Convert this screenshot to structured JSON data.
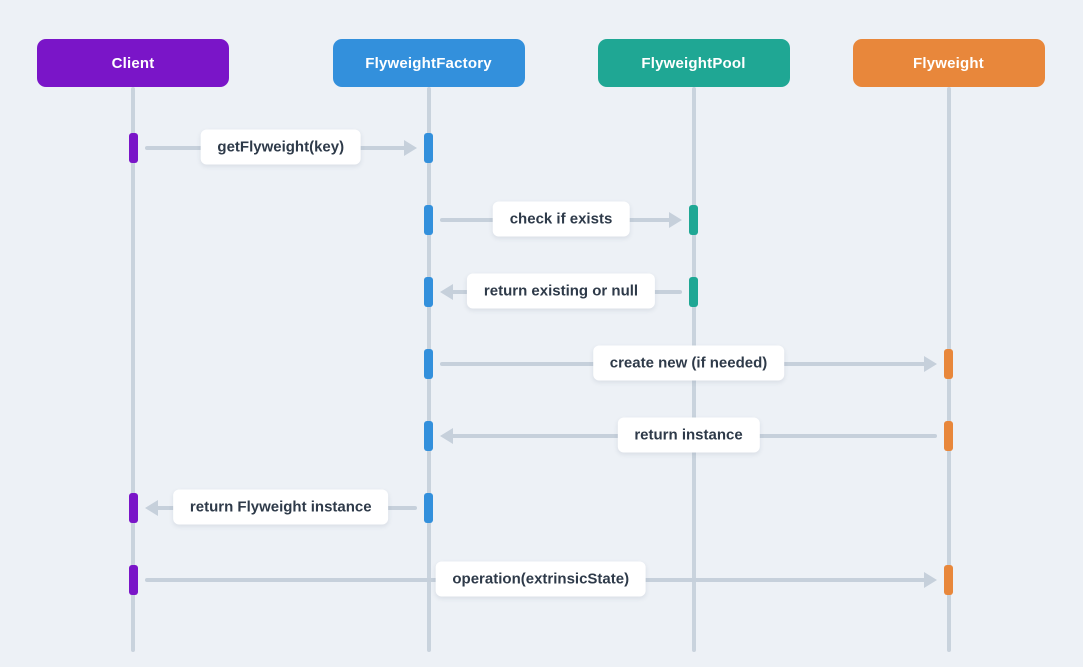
{
  "diagram_type": "sequence-diagram",
  "colors": {
    "background": "#EDF1F6",
    "connector": "#C6D0DB",
    "lifeline": "#C9D3DD",
    "label_text": "#2E3A49",
    "label_background": "#FFFFFF"
  },
  "actors": [
    {
      "name": "Client",
      "color": "#7A15C8"
    },
    {
      "name": "FlyweightFactory",
      "color": "#3390DC"
    },
    {
      "name": "FlyweightPool",
      "color": "#1FA794"
    },
    {
      "name": "Flyweight",
      "color": "#E8873B"
    }
  ],
  "messages": [
    {
      "label": "getFlyweight(key)",
      "from": "Client",
      "to": "FlyweightFactory"
    },
    {
      "label": "check if exists",
      "from": "FlyweightFactory",
      "to": "FlyweightPool"
    },
    {
      "label": "return existing or null",
      "from": "FlyweightPool",
      "to": "FlyweightFactory"
    },
    {
      "label": "create new (if needed)",
      "from": "FlyweightFactory",
      "to": "Flyweight"
    },
    {
      "label": "return instance",
      "from": "Flyweight",
      "to": "FlyweightFactory"
    },
    {
      "label": "return Flyweight instance",
      "from": "FlyweightFactory",
      "to": "Client"
    },
    {
      "label": "operation(extrinsicState)",
      "from": "Client",
      "to": "Flyweight"
    }
  ]
}
